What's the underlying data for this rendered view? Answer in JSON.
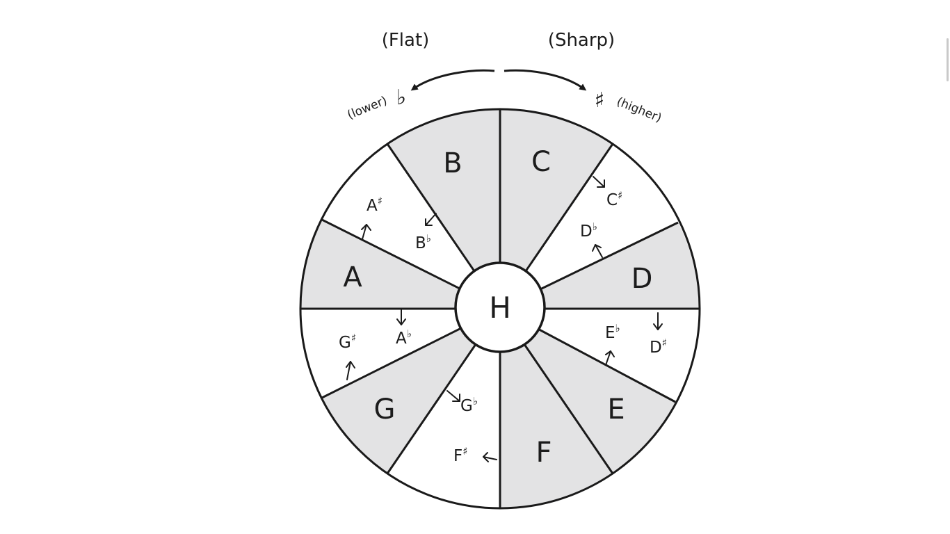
{
  "header": {
    "flat_title": "(Flat)",
    "sharp_title": "(Sharp)",
    "lower_caption": "(lower)",
    "higher_caption": "(higher)",
    "flat_symbol": "♭",
    "sharp_symbol": "♯"
  },
  "wheel": {
    "center_label": "H",
    "shaded_color": "#e3e3e4",
    "white_color": "#ffffff",
    "naturals": [
      "B",
      "C",
      "D",
      "E",
      "F",
      "G",
      "A"
    ],
    "accidentals": [
      {
        "letter": "C",
        "mark": "♯"
      },
      {
        "letter": "D",
        "mark": "♭"
      },
      {
        "letter": "E",
        "mark": "♭"
      },
      {
        "letter": "D",
        "mark": "♯"
      },
      {
        "letter": "G",
        "mark": "♭"
      },
      {
        "letter": "F",
        "mark": "♯"
      },
      {
        "letter": "G",
        "mark": "♯"
      },
      {
        "letter": "A",
        "mark": "♭"
      },
      {
        "letter": "A",
        "mark": "♯"
      },
      {
        "letter": "B",
        "mark": "♭"
      }
    ]
  }
}
